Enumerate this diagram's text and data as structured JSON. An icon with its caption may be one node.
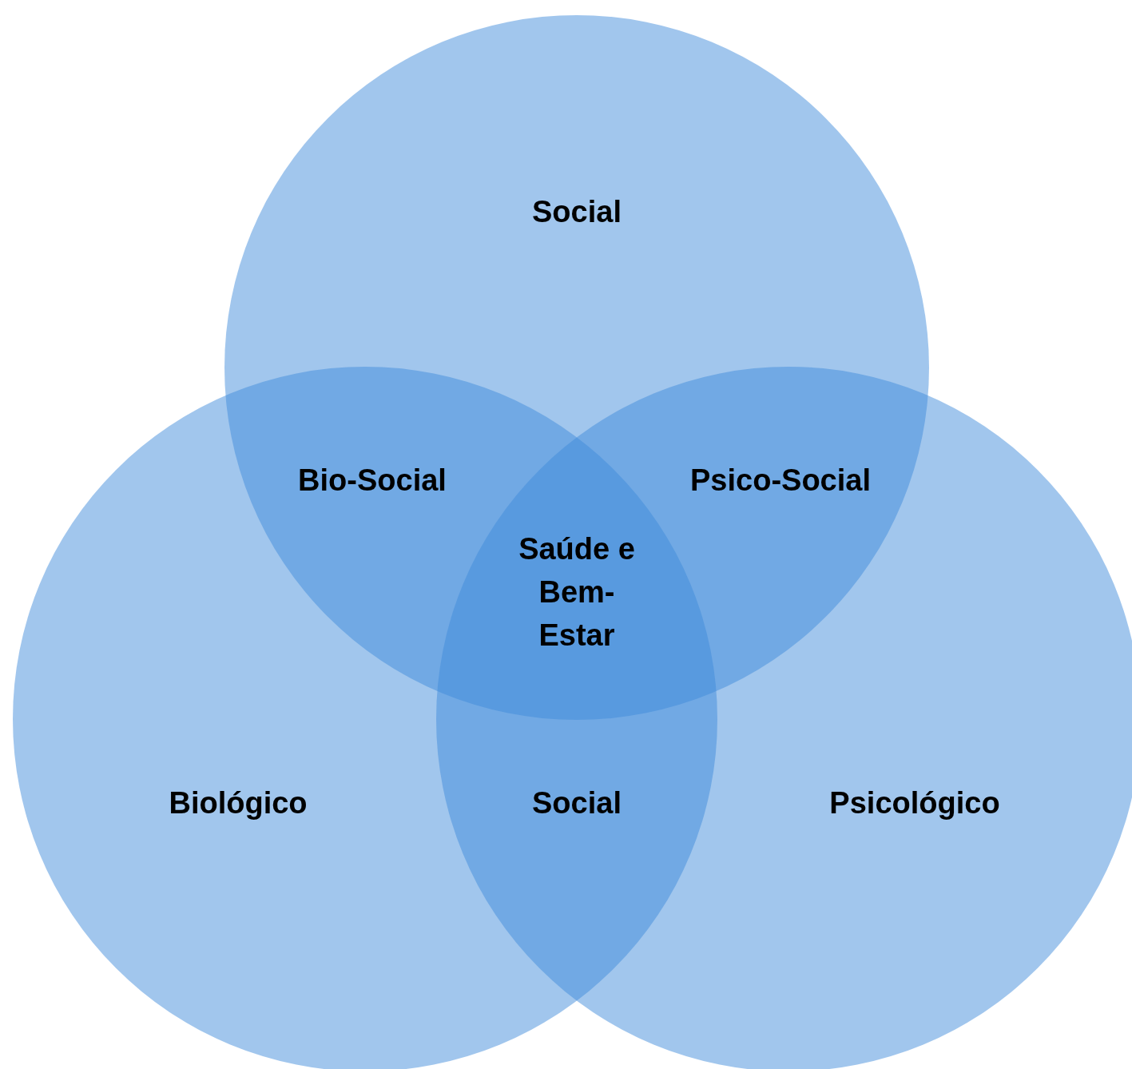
{
  "diagram": {
    "nodes": [
      {
        "text": [
          "Social"
        ]
      },
      {
        "text": [
          "Biológico"
        ]
      },
      {
        "text": [
          "Psicológico"
        ]
      }
    ],
    "edges": [],
    "labels": [
      "Bio-Social",
      "Psico-Social",
      "Saúde e Bem-Estar",
      "Social"
    ]
  }
}
